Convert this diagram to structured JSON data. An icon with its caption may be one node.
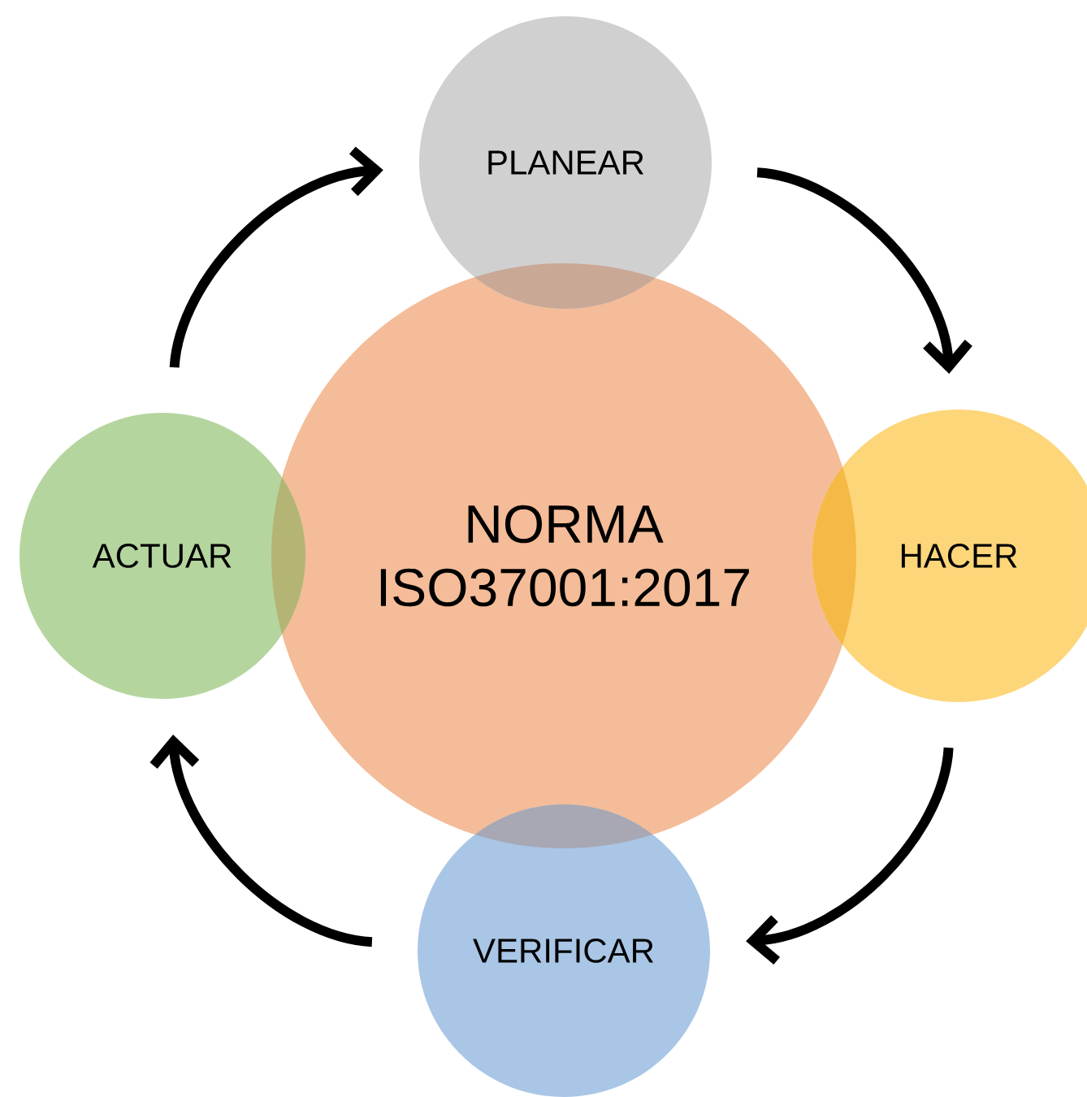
{
  "diagram": {
    "nodes": [
      {
        "text": [
          "NORMA ISO37001:2017"
        ]
      },
      {
        "text": [
          "PLANEAR"
        ]
      },
      {
        "text": [
          "HACER"
        ]
      },
      {
        "text": [
          "VERIFICAR"
        ]
      },
      {
        "text": [
          "ACTUAR"
        ]
      }
    ],
    "edges": [
      {
        "from": 1,
        "to": 2,
        "arrow": "to"
      },
      {
        "from": 2,
        "to": 3,
        "arrow": "to"
      },
      {
        "from": 3,
        "to": 4,
        "arrow": "to"
      },
      {
        "from": 4,
        "to": 1,
        "arrow": "to"
      }
    ]
  }
}
